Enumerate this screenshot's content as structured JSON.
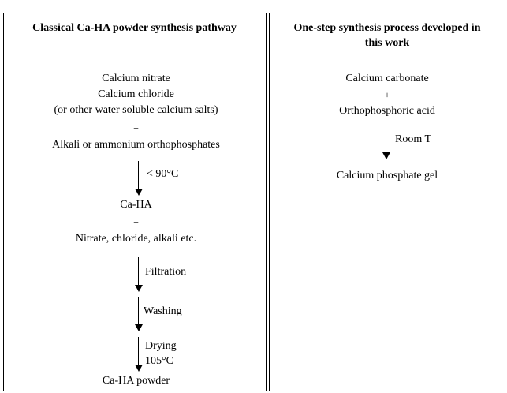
{
  "left": {
    "title": "Classical Ca-HA powder synthesis pathway",
    "reactants": [
      "Calcium nitrate",
      "Calcium chloride",
      "(or other water soluble calcium salts)"
    ],
    "plus1": "+",
    "reactant2": "Alkali or ammonium orthophosphates",
    "step1": "< 90°C",
    "product1": "Ca-HA",
    "plus2": "+",
    "byproducts": "Nitrate, chloride, alkali etc.",
    "step2": "Filtration",
    "step3": "Washing",
    "step4_line1": "Drying",
    "step4_line2": "105°C",
    "final": "Ca-HA powder"
  },
  "right": {
    "title_line1": "One-step synthesis process developed in",
    "title_line2": "this work",
    "reactant1": "Calcium carbonate",
    "plus": "+",
    "reactant2": "Orthophosphoric acid",
    "step": "Room T",
    "product": "Calcium phosphate gel"
  }
}
